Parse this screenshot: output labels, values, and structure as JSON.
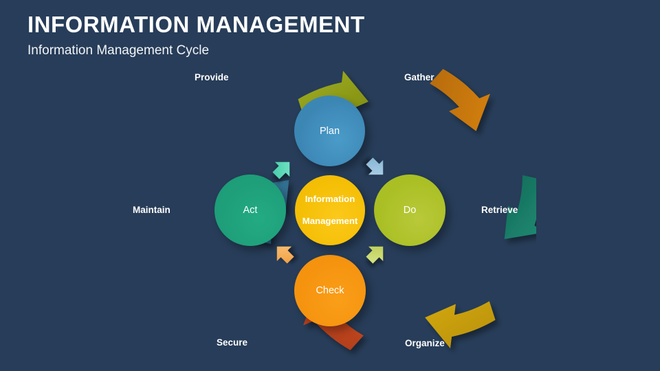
{
  "header": {
    "title": "INFORMATION MANAGEMENT",
    "subtitle": "Information Management Cycle"
  },
  "theme": {
    "background": "#273d59",
    "text": "#ffffff"
  },
  "cycle": {
    "name": "Information Management Cycle",
    "direction": "clockwise",
    "stages": [
      {
        "label": "Provide",
        "color": "#c0441c",
        "arrow_to": "Gather"
      },
      {
        "label": "Gather",
        "color": "#2e6e90",
        "arrow_to": "Retrieve"
      },
      {
        "label": "Retrieve",
        "color": "#97a318",
        "arrow_to": "Organize"
      },
      {
        "label": "Organize",
        "color": "#c97708",
        "arrow_to": "Secure"
      },
      {
        "label": "Secure",
        "color": "#1b7a65",
        "arrow_to": "Maintain"
      },
      {
        "label": "Maintain",
        "color": "#c9a00c",
        "arrow_to": "Provide"
      }
    ],
    "arrows": [
      {
        "name": "provide-to-gather",
        "color": "#2e6e90",
        "position": "top"
      },
      {
        "name": "gather-to-retrieve",
        "color": "#97a318",
        "position": "upper-right"
      },
      {
        "name": "retrieve-to-organize",
        "color": "#c97708",
        "position": "lower-right"
      },
      {
        "name": "organize-to-secure",
        "color": "#1b7a65",
        "position": "bottom"
      },
      {
        "name": "secure-to-maintain",
        "color": "#c9a00c",
        "position": "lower-left"
      },
      {
        "name": "maintain-to-provide",
        "color": "#c0441c",
        "position": "upper-left"
      }
    ]
  },
  "core": {
    "label": "Information Management",
    "line1": "Information",
    "line2": "Management",
    "color": "#f5bf06"
  },
  "nodes": [
    {
      "label": "Plan",
      "color": "#3d88b6",
      "position": "top"
    },
    {
      "label": "Do",
      "color": "#a9be22",
      "position": "right"
    },
    {
      "label": "Check",
      "color": "#f4920e",
      "position": "bottom"
    },
    {
      "label": "Act",
      "color": "#1d9c77",
      "position": "left"
    }
  ],
  "inner_arrows": [
    {
      "name": "act-to-plan-chevron",
      "color": "#5fddbb",
      "direction": "up-right"
    },
    {
      "name": "plan-to-do-chevron",
      "color": "#9cc4e0",
      "direction": "down-right"
    },
    {
      "name": "do-to-check-chevron",
      "color": "#cddc6e",
      "direction": "down-left"
    },
    {
      "name": "check-to-act-chevron",
      "color": "#f8b865",
      "direction": "up-left"
    }
  ]
}
